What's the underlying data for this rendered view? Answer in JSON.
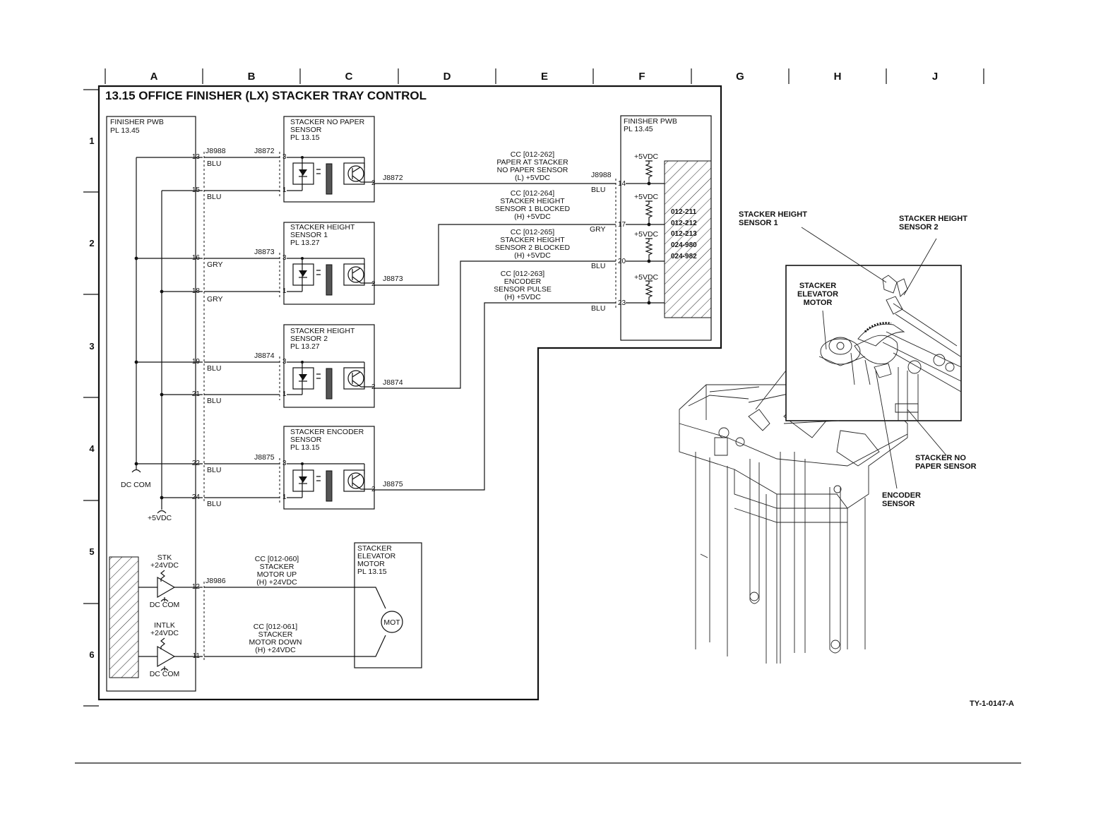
{
  "title": "13.15 OFFICE FINISHER (LX) STACKER TRAY CONTROL",
  "columns": [
    "A",
    "B",
    "C",
    "D",
    "E",
    "F",
    "G",
    "H",
    "J"
  ],
  "rows": [
    "1",
    "2",
    "3",
    "4",
    "5",
    "6"
  ],
  "left_pwb": {
    "name": "FINISHER PWB",
    "pl": "PL 13.45"
  },
  "right_pwb": {
    "name": "FINISHER PWB",
    "pl": "PL 13.45"
  },
  "connectors": {
    "j8988": "J8988",
    "j8986": "J8986"
  },
  "power": {
    "dc_com": "DC COM",
    "v5": "+5VDC",
    "v24": "+24VDC"
  },
  "sensors": [
    {
      "name": "STACKER NO PAPER SENSOR",
      "name_l1": "STACKER NO PAPER",
      "name_l2": "SENSOR",
      "pl": "PL 13.15",
      "conn": "J8872",
      "pins_left": [
        "13",
        "15"
      ],
      "colors": [
        "BLU",
        "BLU"
      ],
      "cc": [
        "CC [012-262]",
        "PAPER AT STACKER",
        "NO PAPER SENSOR",
        "(L) +5VDC"
      ],
      "pwb_pin": "14",
      "wire": "BLU"
    },
    {
      "name": "STACKER HEIGHT SENSOR 1",
      "name_l1": "STACKER HEIGHT",
      "name_l2": "SENSOR 1",
      "pl": "PL 13.27",
      "conn": "J8873",
      "pins_left": [
        "16",
        "18"
      ],
      "colors": [
        "GRY",
        "GRY"
      ],
      "cc": [
        "CC [012-264]",
        "STACKER HEIGHT",
        "SENSOR 1 BLOCKED",
        "(H) +5VDC"
      ],
      "pwb_pin": "17",
      "wire": "GRY"
    },
    {
      "name": "STACKER HEIGHT SENSOR 2",
      "name_l1": "STACKER HEIGHT",
      "name_l2": "SENSOR 2",
      "pl": "PL 13.27",
      "conn": "J8874",
      "pins_left": [
        "19",
        "21"
      ],
      "colors": [
        "BLU",
        "BLU"
      ],
      "cc": [
        "CC [012-265]",
        "STACKER HEIGHT",
        "SENSOR 2 BLOCKED",
        "(H) +5VDC"
      ],
      "pwb_pin": "20",
      "wire": "BLU"
    },
    {
      "name": "STACKER ENCODER SENSOR",
      "name_l1": "STACKER ENCODER",
      "name_l2": "SENSOR",
      "pl": "PL 13.15",
      "conn": "J8875",
      "pins_left": [
        "22",
        "24"
      ],
      "colors": [
        "BLU",
        "BLU"
      ],
      "cc": [
        "CC [012-263]",
        "ENCODER",
        "SENSOR PULSE",
        "(H) +5VDC"
      ],
      "pwb_pin": "23",
      "wire": "BLU"
    }
  ],
  "sensor_pins": {
    "p3": "3",
    "p1": "1",
    "p2": "2"
  },
  "fault_codes": [
    "012-211",
    "012-212",
    "012-213",
    "024-980",
    "024-982"
  ],
  "motor": {
    "name_l1": "STACKER",
    "name_l2": "ELEVATOR",
    "name_l3": "MOTOR",
    "pl": "PL 13.15",
    "symbol": "MOT",
    "up": {
      "drv_l1": "STK",
      "drv_l2": "+24VDC",
      "pin": "12",
      "cc": [
        "CC [012-060]",
        "STACKER",
        "MOTOR UP",
        "(H) +24VDC"
      ]
    },
    "down": {
      "drv_l1": "INTLK",
      "drv_l2": "+24VDC",
      "pin": "11",
      "cc": [
        "CC [012-061]",
        "STACKER",
        "MOTOR DOWN",
        "(H) +24VDC"
      ]
    }
  },
  "illustration": {
    "labels": {
      "height1_l1": "STACKER HEIGHT",
      "height1_l2": "SENSOR 1",
      "height2_l1": "STACKER HEIGHT",
      "height2_l2": "SENSOR 2",
      "motor_l1": "STACKER",
      "motor_l2": "ELEVATOR",
      "motor_l3": "MOTOR",
      "nopaper_l1": "STACKER NO",
      "nopaper_l2": "PAPER SENSOR",
      "encoder_l1": "ENCODER",
      "encoder_l2": "SENSOR"
    }
  },
  "doc_id": "TY-1-0147-A"
}
